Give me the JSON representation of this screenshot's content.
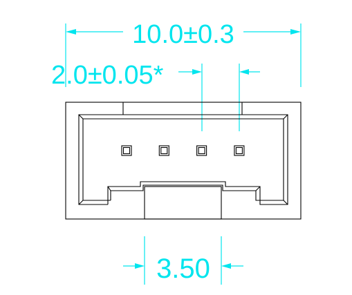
{
  "colors": {
    "dimension": "#00e5ee",
    "outline": "#000000",
    "background": "#ffffff"
  },
  "dimensions": {
    "overall_width": "10.0±0.3",
    "pitch": "2.0±0.05*",
    "key_width": "3.50"
  },
  "connector": {
    "pin_count": 4
  }
}
